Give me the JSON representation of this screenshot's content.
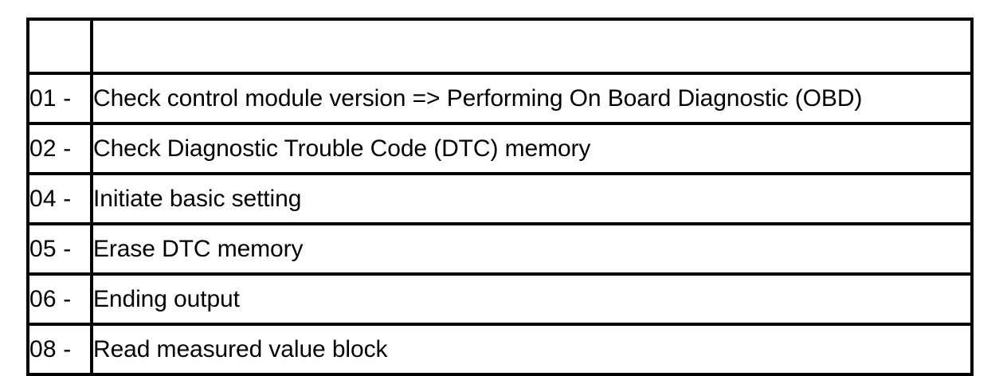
{
  "table": {
    "columns": [
      {
        "key": "code",
        "header": ""
      },
      {
        "key": "description",
        "header": ""
      }
    ],
    "header_row": {
      "code": "",
      "description": ""
    },
    "rows": [
      {
        "code": "01 -",
        "description": "Check control module version => Performing On Board Diagnostic (OBD)"
      },
      {
        "code": "02 -",
        "description": "Check Diagnostic Trouble Code (DTC) memory"
      },
      {
        "code": "04 -",
        "description": "Initiate basic setting"
      },
      {
        "code": "05 -",
        "description": "Erase DTC memory"
      },
      {
        "code": "06 -",
        "description": "Ending output"
      },
      {
        "code": "08 -",
        "description": "Read measured value block"
      }
    ]
  },
  "colors": {
    "background": "#ffffff",
    "border": "#000000",
    "text": "#000000"
  }
}
